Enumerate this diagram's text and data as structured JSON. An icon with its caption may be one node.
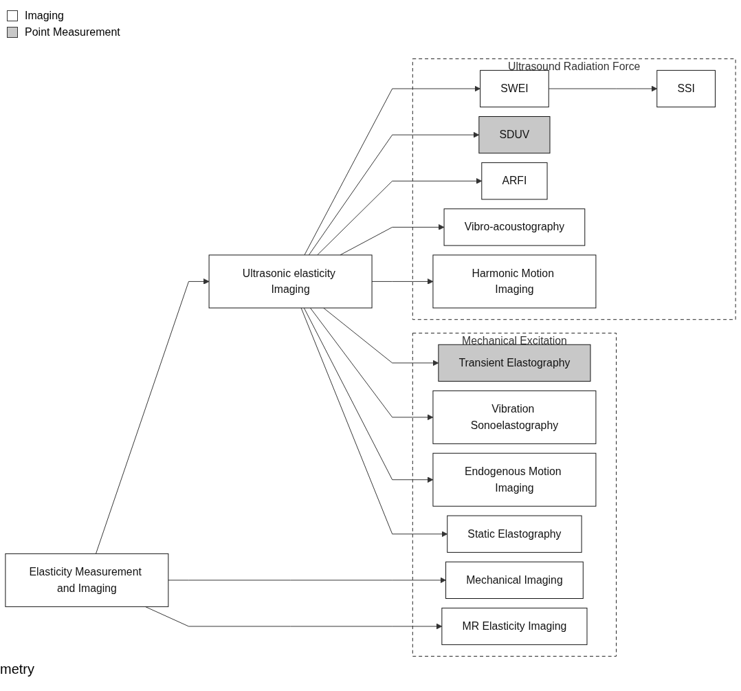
{
  "diagram": {
    "nodes": [
      {
        "text": [
          "Mechanical Excitation"
        ]
      },
      {
        "text": [
          "Transient Elastography"
        ],
        "in": 0
      },
      {
        "text": [
          "Vibration Sonoelastography"
        ],
        "in": 0
      },
      {
        "text": [
          "Endogenous Motion Imaging"
        ],
        "in": 0
      },
      {
        "text": [
          "Static Elastography"
        ],
        "in": 0
      },
      {
        "text": [
          "Mechanical Imaging"
        ],
        "in": 0
      },
      {
        "text": [
          "MR Elasticity Imaging"
        ],
        "in": 0
      },
      {
        "text": [
          "Ultrasound Radiation Force"
        ]
      },
      {
        "text": [
          "SWEI"
        ],
        "in": 7
      },
      {
        "text": [
          "SSI"
        ],
        "in": 7
      },
      {
        "text": [
          "SDUV"
        ],
        "in": 7
      },
      {
        "text": [
          "ARFI"
        ],
        "in": 7
      },
      {
        "text": [
          "Vibro-acoustography"
        ],
        "in": 7
      },
      {
        "text": [
          "Harmonic Motion Imaging"
        ],
        "in": 7
      },
      {
        "text": [
          "Ultrasonic elasticity Imaging"
        ]
      },
      {
        "text": [
          "Elasticity Measurement and Imaging"
        ]
      }
    ],
    "edges": [
      {
        "from": 15,
        "to": 5,
        "arrow": "to"
      },
      {
        "from": 15,
        "to": 6,
        "arrow": "to"
      },
      {
        "from": 15,
        "to": 14,
        "arrow": "to"
      },
      {
        "from": 14,
        "to": 1,
        "arrow": "to"
      },
      {
        "from": 14,
        "to": 2,
        "arrow": "to"
      },
      {
        "from": 14,
        "to": 3,
        "arrow": "to"
      },
      {
        "from": 14,
        "to": 4,
        "arrow": "to"
      },
      {
        "from": 14,
        "to": 8,
        "arrow": "to"
      },
      {
        "from": 14,
        "to": 10,
        "arrow": "to"
      },
      {
        "from": 14,
        "to": 11,
        "arrow": "to"
      },
      {
        "from": 14,
        "to": 12,
        "arrow": "to"
      },
      {
        "from": 14,
        "to": 13,
        "arrow": "to"
      },
      {
        "from": 8,
        "to": 9,
        "arrow": "to"
      }
    ],
    "labels": [
      "metry"
    ],
    "legend": [
      {
        "text": "Imaging",
        "color": "#ffffff"
      },
      {
        "text": "Point Measurement",
        "color": "#c8c8c8"
      }
    ]
  }
}
